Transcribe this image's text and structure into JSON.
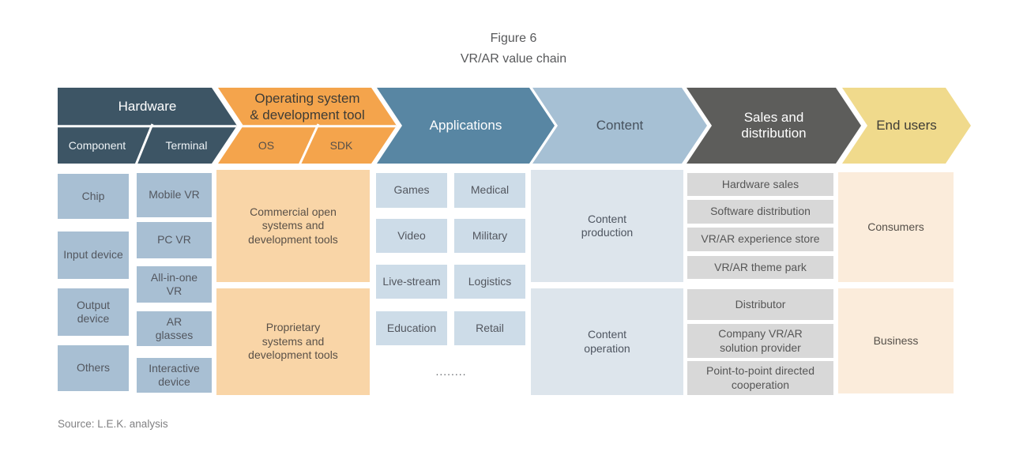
{
  "title": {
    "line1": "Figure 6",
    "line2": "VR/AR value chain"
  },
  "source": "Source: L.E.K. analysis",
  "chain": {
    "hardware": {
      "label": "Hardware",
      "component": "Component",
      "terminal": "Terminal"
    },
    "os_dev": {
      "label": [
        "Operating system",
        "& development tool"
      ],
      "os": "OS",
      "sdk": "SDK"
    },
    "applications": {
      "label": "Applications"
    },
    "content": {
      "label": "Content"
    },
    "sales": {
      "label": [
        "Sales and",
        "distribution"
      ]
    },
    "end_users": {
      "label": "End users"
    }
  },
  "columns": {
    "component": [
      "Chip",
      "Input device",
      "Output device",
      "Others"
    ],
    "terminal": [
      "Mobile VR",
      "PC VR",
      "All-in-one VR",
      "AR glasses",
      "Interactive device"
    ],
    "os_sdk": [
      "Commercial open systems and development tools",
      "Proprietary systems and development tools"
    ],
    "applications_left": [
      "Games",
      "Video",
      "Live-stream",
      "Education"
    ],
    "applications_right": [
      "Medical",
      "Military",
      "Logistics",
      "Retail"
    ],
    "applications_more": "........",
    "content": [
      "Content production",
      "Content operation"
    ],
    "sales": [
      "Hardware sales",
      "Software distribution",
      "VR/AR experience store",
      "VR/AR theme park",
      "Distributor",
      "Company VR/AR solution provider",
      "Point-to-point directed cooperation"
    ],
    "end_users": [
      "Consumers",
      "Business"
    ]
  },
  "colors": {
    "header_hardware": "#3d5565",
    "header_os_dev": "#f4a44c",
    "header_applications": "#5886a3",
    "header_content": "#a6c0d4",
    "header_sales": "#5d5d5b",
    "header_end_users": "#f0da8c",
    "box_hardware": "#a8bfd3",
    "box_os_dev": "#f9d5a7",
    "box_applications": "#cddce8",
    "box_content": "#dde5ec",
    "box_sales": "#d8d8d8",
    "box_end_users": "#fbecdb"
  }
}
